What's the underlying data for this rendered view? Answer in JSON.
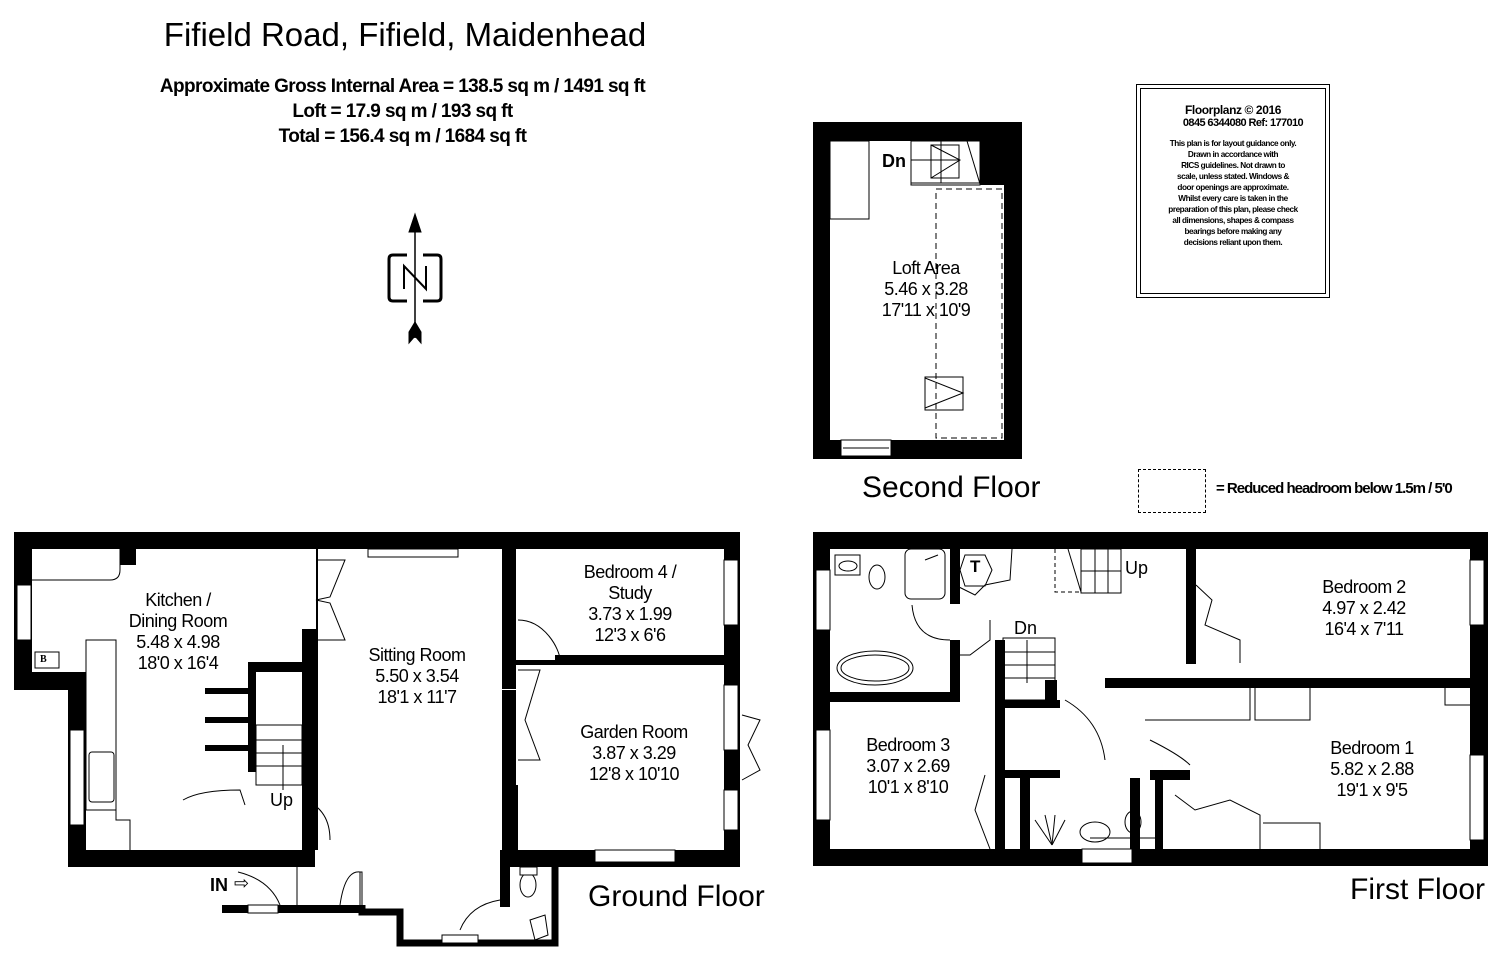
{
  "header": {
    "title": "Fifield Road, Fifield, Maidenhead",
    "area_lines": [
      "Approximate Gross Internal Area = 138.5 sq m / 1491 sq ft",
      "Loft = 17.9 sq m / 193 sq ft",
      "Total = 156.4 sq m / 1684 sq ft"
    ]
  },
  "compass": {
    "icon": "north-arrow-icon",
    "letter": "N"
  },
  "disclaimer": {
    "heading": "Floorplanz © 2016",
    "ref": "0845 6344080 Ref: 177010",
    "lines": [
      "This plan is for layout guidance only.",
      "Drawn in accordance with",
      "RICS guidelines. Not drawn to",
      "scale, unless stated. Windows &",
      "door openings are approximate.",
      "Whilst every care is taken in the",
      "preparation of this plan, please check",
      "all dimensions, shapes & compass",
      "bearings before making any",
      "decisions reliant upon them."
    ]
  },
  "legend": {
    "text": "= Reduced headroom below 1.5m / 5'0"
  },
  "floors": {
    "second": {
      "label": "Second Floor",
      "stair_label": "Dn",
      "rooms": [
        {
          "name": "Loft Area",
          "metric": "5.46 x 3.28",
          "imperial": "17'11 x 10'9"
        }
      ]
    },
    "ground": {
      "label": "Ground Floor",
      "entrance_label": "IN",
      "stair_label": "Up",
      "boiler_label": "B",
      "rooms": [
        {
          "name": "Kitchen /",
          "name2": "Dining Room",
          "metric": "5.48 x 4.98",
          "imperial": "18'0 x 16'4"
        },
        {
          "name": "Sitting Room",
          "metric": "5.50 x 3.54",
          "imperial": "18'1 x 11'7"
        },
        {
          "name": "Bedroom 4 /",
          "name2": "Study",
          "metric": "3.73 x 1.99",
          "imperial": "12'3 x 6'6"
        },
        {
          "name": "Garden Room",
          "metric": "3.87 x 3.29",
          "imperial": "12'8 x 10'10"
        }
      ]
    },
    "first": {
      "label": "First Floor",
      "stair_up_label": "Up",
      "stair_down_label": "Dn",
      "tank_label": "T",
      "rooms": [
        {
          "name": "Bedroom 2",
          "metric": "4.97 x 2.42",
          "imperial": "16'4 x 7'11"
        },
        {
          "name": "Bedroom 3",
          "metric": "3.07 x 2.69",
          "imperial": "10'1 x 8'10"
        },
        {
          "name": "Bedroom 1",
          "metric": "5.82 x 2.88",
          "imperial": "19'1 x 9'5"
        }
      ]
    }
  }
}
